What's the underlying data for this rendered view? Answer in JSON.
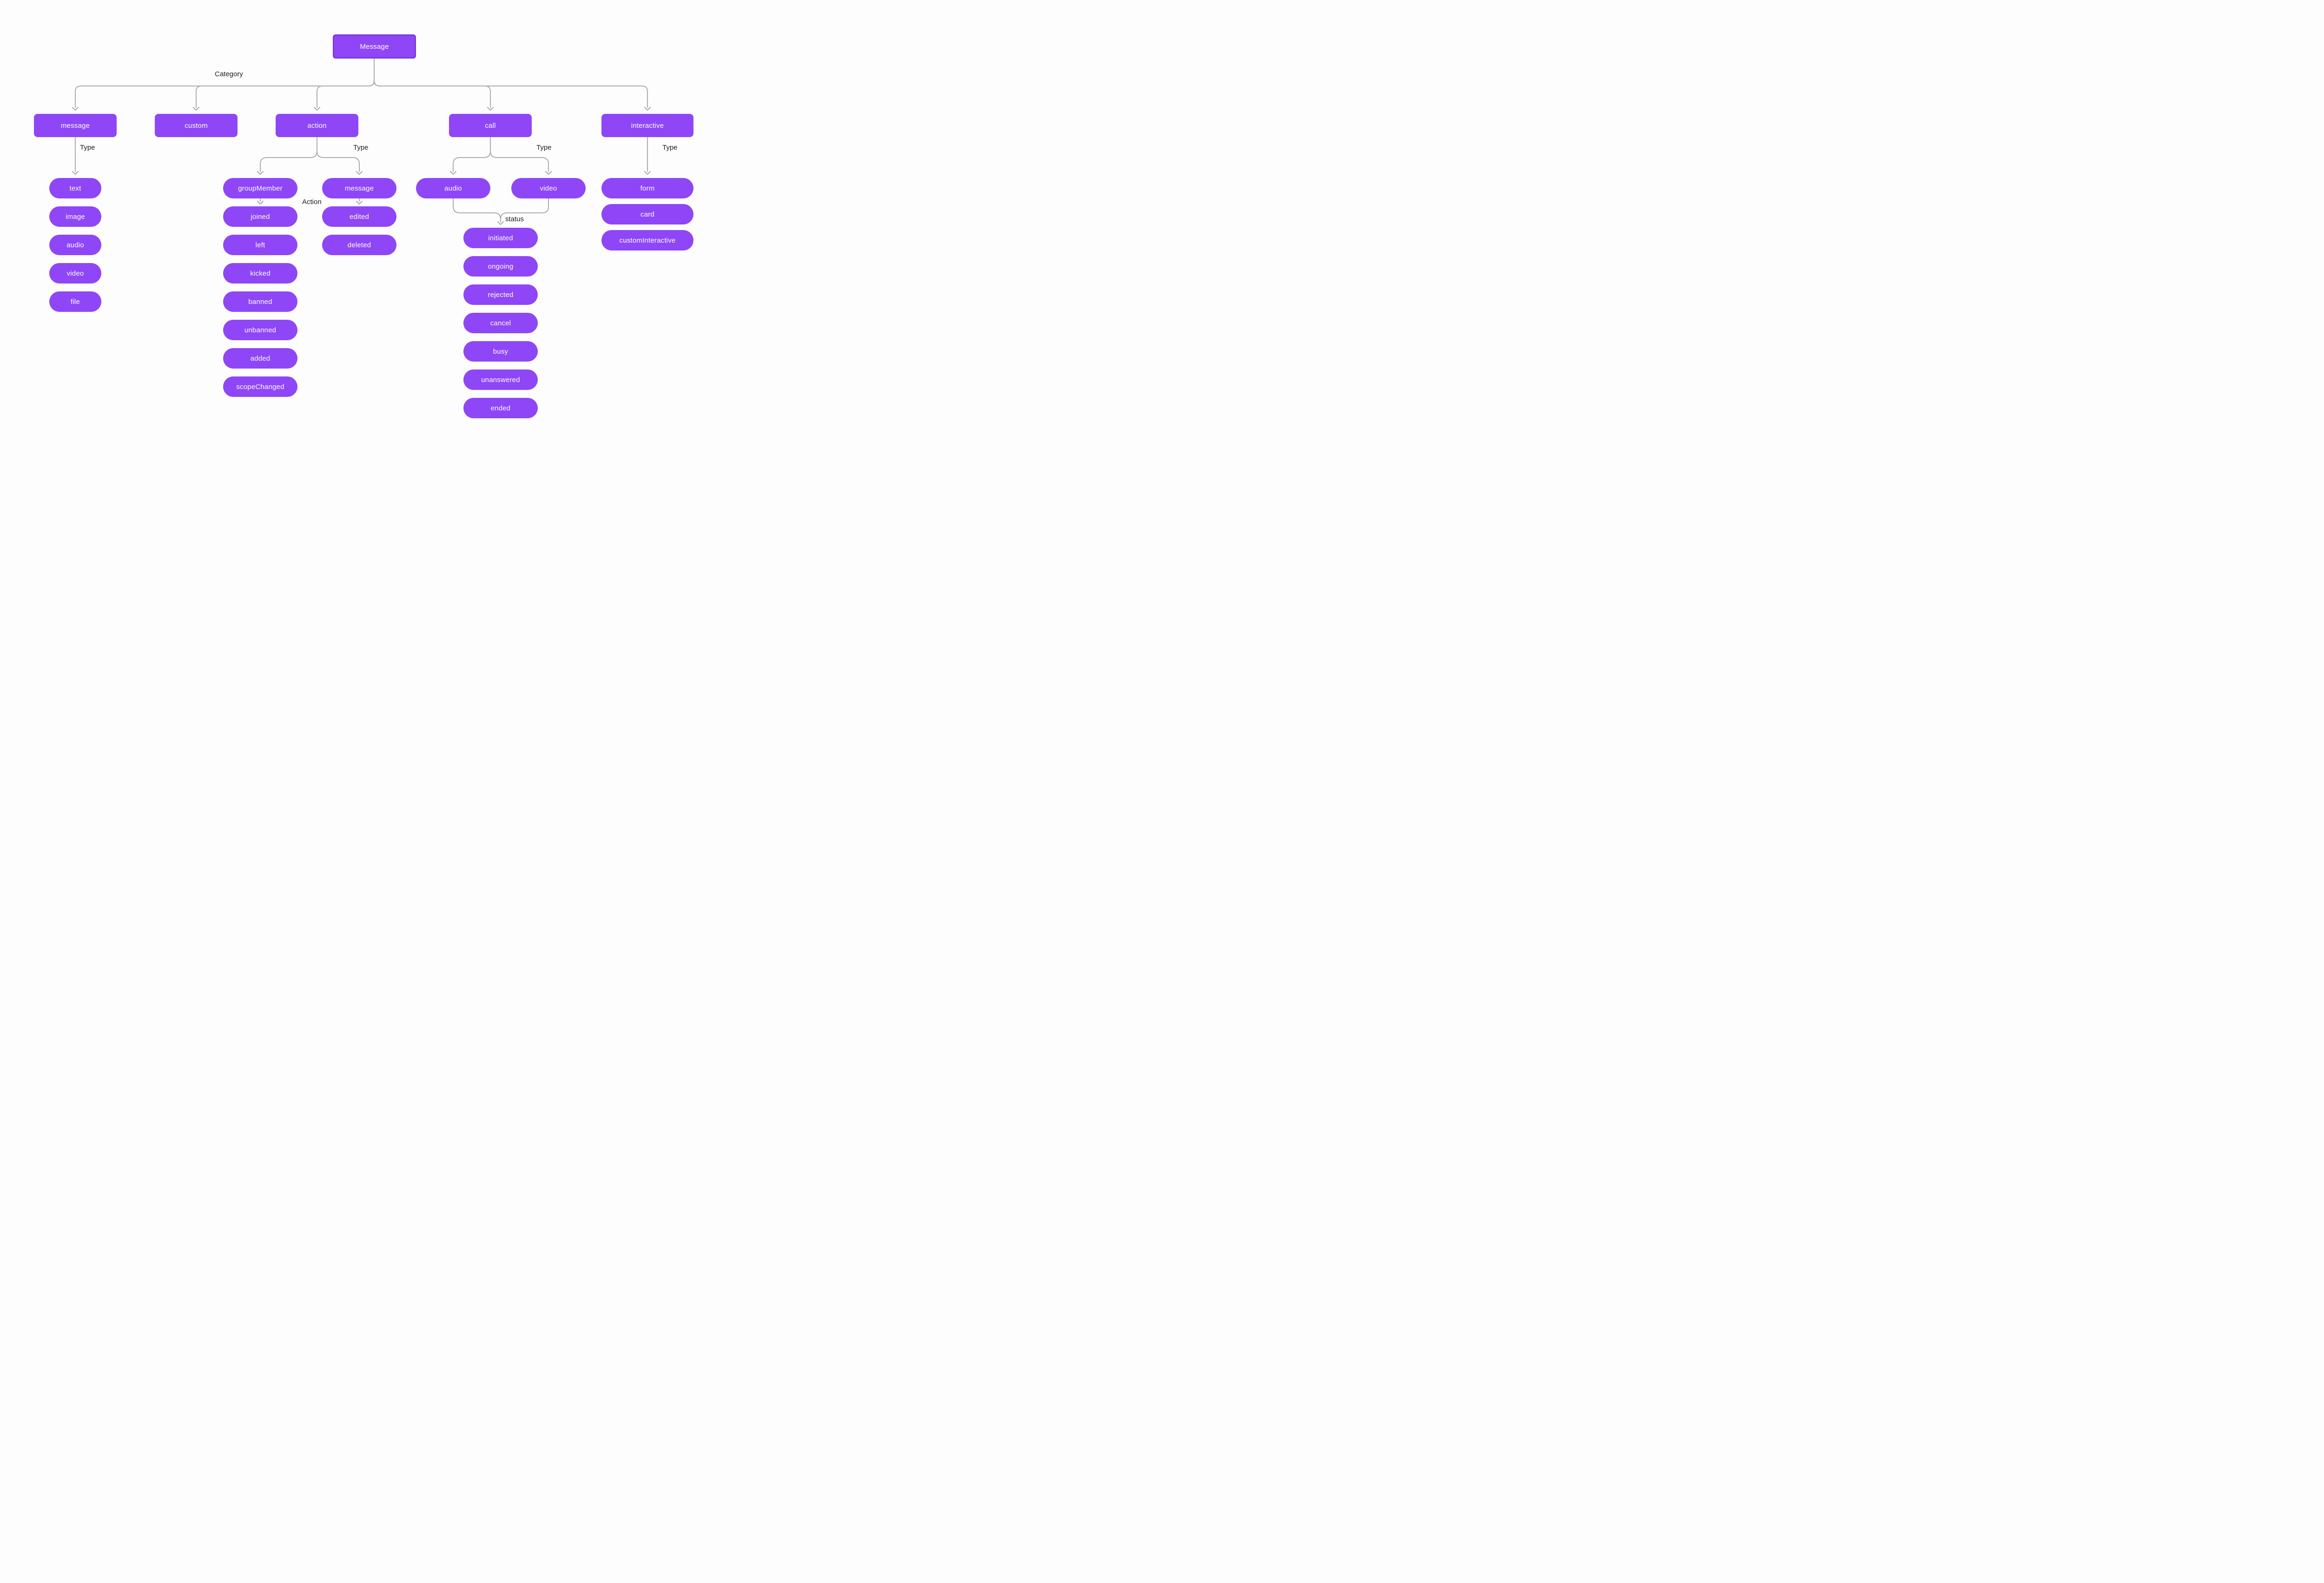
{
  "diagram": {
    "root": "Message",
    "edge_labels": {
      "category": "Category",
      "type": "Type",
      "action": "Action",
      "status": "status"
    },
    "categories": {
      "message": "message",
      "custom": "custom",
      "action": "action",
      "call": "call",
      "interactive": "interactive"
    },
    "message_types": [
      "text",
      "image",
      "audio",
      "video",
      "file"
    ],
    "action_types": {
      "group_member": "groupMember",
      "message": "message"
    },
    "group_member_actions": [
      "joined",
      "left",
      "kicked",
      "banned",
      "unbanned",
      "added",
      "scopeChanged"
    ],
    "message_actions": [
      "edited",
      "deleted"
    ],
    "call_types": {
      "audio": "audio",
      "video": "video"
    },
    "call_statuses": [
      "initiated",
      "ongoing",
      "rejected",
      "cancel",
      "busy",
      "unanswered",
      "ended"
    ],
    "interactive_types": [
      "form",
      "card",
      "customInteractive"
    ],
    "colors": {
      "node_fill": "#8F46F6",
      "root_border": "#7B3AD6",
      "connector": "#ADADAD",
      "edge_label_text": "#1E1E1E",
      "node_text": "#FFFFFF",
      "background": "#FDFDFD"
    }
  }
}
